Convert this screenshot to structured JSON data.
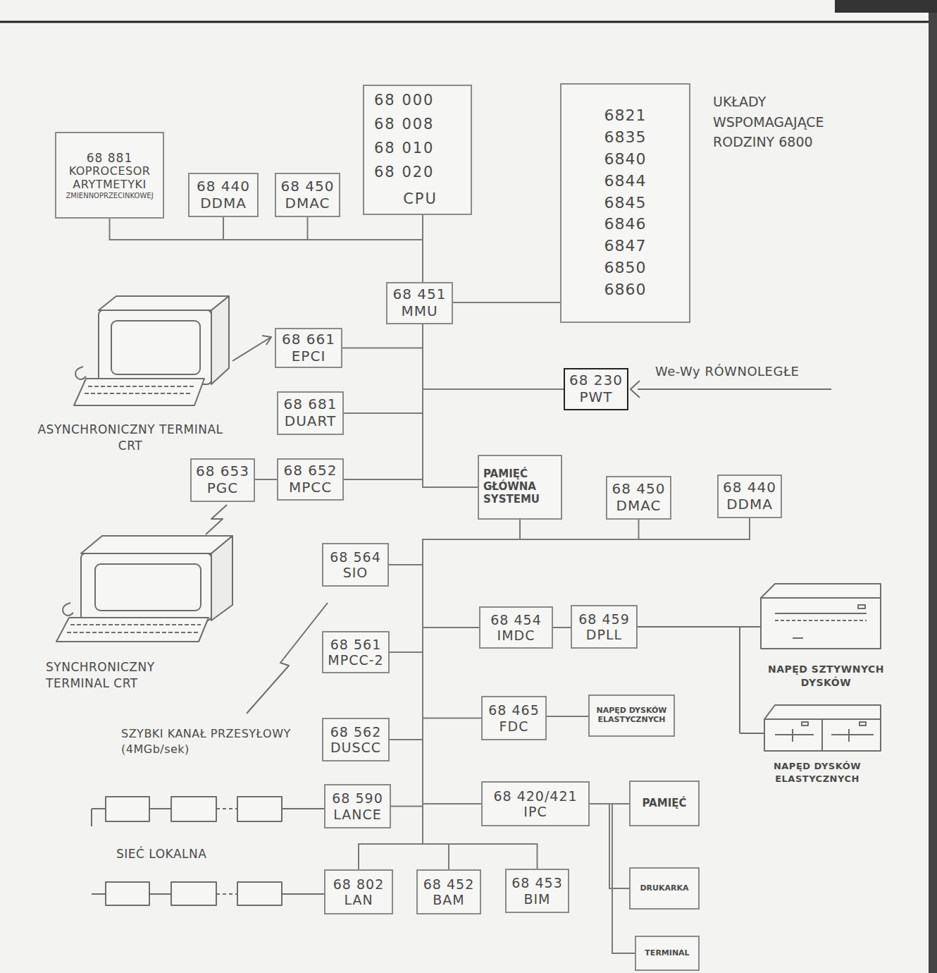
{
  "diagram": {
    "nodes": [
      {
        "text": [
          "68 000",
          "68 008",
          "68 010",
          "68 020",
          "CPU"
        ]
      },
      {
        "text": [
          "UKŁADY WSPOMAGAJĄCE RODZINY 6800",
          "6821",
          "6835",
          "6840",
          "6844",
          "6845",
          "6846",
          "6847",
          "6850",
          "6860"
        ]
      },
      {
        "text": [
          "68 881",
          "KOPROCESOR ARYTMETYKI",
          "ZMIENNOPRZECINKOWEJ"
        ]
      },
      {
        "text": [
          "68 440",
          "DDMA"
        ]
      },
      {
        "text": [
          "68 450",
          "DMAC"
        ]
      },
      {
        "text": [
          "68 451",
          "MMU"
        ]
      },
      {
        "text": [
          "68 661",
          "EPCI"
        ]
      },
      {
        "text": [
          "68 230",
          "PWT"
        ]
      },
      {
        "text": [
          "68 681",
          "DUART"
        ]
      },
      {
        "text": [
          "68 653",
          "PGC"
        ]
      },
      {
        "text": [
          "68 652",
          "MPCC"
        ]
      },
      {
        "text": [
          "PAMIĘĆ GŁÓWNA SYSTEMU"
        ]
      },
      {
        "text": [
          "68 450",
          "DMAC"
        ]
      },
      {
        "text": [
          "68 440",
          "DDMA"
        ]
      },
      {
        "text": [
          "68 564",
          "SIO"
        ]
      },
      {
        "text": [
          "68 454",
          "IMDC"
        ]
      },
      {
        "text": [
          "68 459",
          "DPLL"
        ]
      },
      {
        "text": [
          "68 561",
          "MPCC-2"
        ]
      },
      {
        "text": [
          "68 465",
          "FDC"
        ]
      },
      {
        "text": [
          "NAPĘD DYSKÓW ELASTYCZNYCH"
        ]
      },
      {
        "text": [
          "68 562",
          "DUSCC"
        ]
      },
      {
        "text": [
          "68 590",
          "LANCE"
        ]
      },
      {
        "text": [
          "68 420/421",
          "IPC"
        ]
      },
      {
        "text": [
          "PAMIĘĆ"
        ]
      },
      {
        "text": [
          "68 802",
          "LAN"
        ]
      },
      {
        "text": [
          "68 452",
          "BAM"
        ]
      },
      {
        "text": [
          "68 453",
          "BIM"
        ]
      },
      {
        "text": [
          "DRUKARKA"
        ]
      },
      {
        "text": [
          "TERMINAL"
        ]
      }
    ],
    "edges": [
      {
        "from": 0,
        "to": 5,
        "arrow": "none"
      },
      {
        "from": 2,
        "to": 5,
        "arrow": "none"
      },
      {
        "from": 3,
        "to": 5,
        "arrow": "none"
      },
      {
        "from": 4,
        "to": 5,
        "arrow": "none"
      },
      {
        "from": 5,
        "to": 1,
        "arrow": "none"
      },
      {
        "from": 5,
        "to": 6,
        "arrow": "none"
      },
      {
        "from": 5,
        "to": 7,
        "arrow": "none"
      },
      {
        "from": 5,
        "to": 8,
        "arrow": "none"
      },
      {
        "from": 5,
        "to": 10,
        "arrow": "none"
      },
      {
        "from": 5,
        "to": 11,
        "arrow": "none"
      },
      {
        "from": 9,
        "to": 10,
        "arrow": "none"
      },
      {
        "from": 11,
        "to": 12,
        "arrow": "none"
      },
      {
        "from": 11,
        "to": 13,
        "arrow": "none"
      },
      {
        "from": 11,
        "to": 14,
        "arrow": "none"
      },
      {
        "from": 11,
        "to": 15,
        "arrow": "none"
      },
      {
        "from": 15,
        "to": 16,
        "arrow": "none"
      },
      {
        "from": 11,
        "to": 17,
        "arrow": "none"
      },
      {
        "from": 11,
        "to": 18,
        "arrow": "none"
      },
      {
        "from": 18,
        "to": 19,
        "arrow": "none"
      },
      {
        "from": 11,
        "to": 20,
        "arrow": "none"
      },
      {
        "from": 11,
        "to": 21,
        "arrow": "none"
      },
      {
        "from": 11,
        "to": 22,
        "arrow": "none"
      },
      {
        "from": 22,
        "to": 23,
        "arrow": "none"
      },
      {
        "from": 22,
        "to": 27,
        "arrow": "none"
      },
      {
        "from": 22,
        "to": 28,
        "arrow": "none"
      },
      {
        "from": 11,
        "to": 24,
        "arrow": "none"
      },
      {
        "from": 11,
        "to": 25,
        "arrow": "none"
      },
      {
        "from": 11,
        "to": 26,
        "arrow": "none"
      }
    ],
    "labels": [
      "ASYNCHRONICZNY TERMINAL CRT",
      "SYNCHRONICZNY TERMINAL CRT",
      "SZYBKI KANAŁ PRZESYŁOWY (4MGb/sek)",
      "SIEĆ LOKALNA",
      "We-Wy RÓWNOLEGŁE",
      "NAPĘD SZTYWNYCH DYSKÓW",
      "NAPĘD DYSKÓW ELASTYCZNYCH"
    ]
  }
}
